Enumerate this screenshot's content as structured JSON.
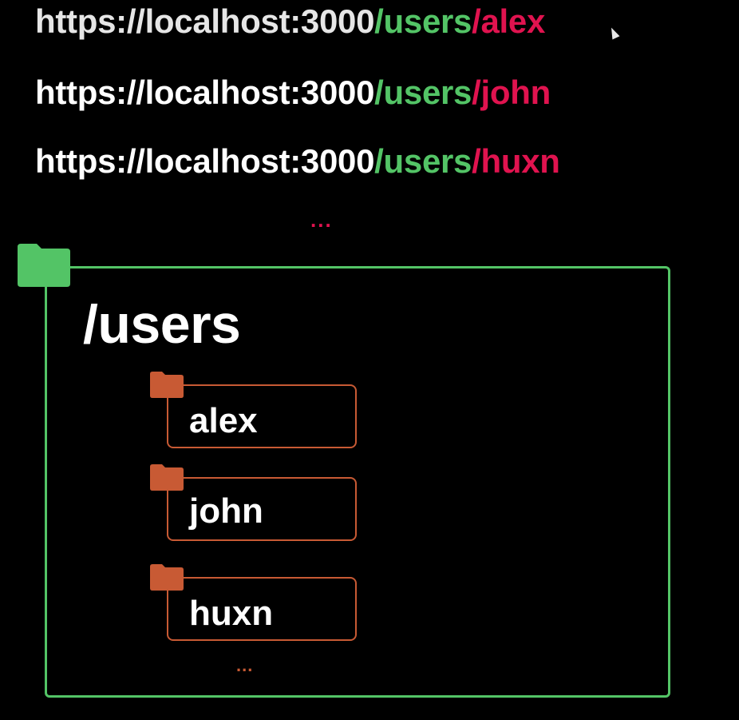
{
  "urls": [
    {
      "base": "https://localhost:3000",
      "slash1": "/",
      "segment": "users",
      "slash2": "/",
      "param": "alex"
    },
    {
      "base": "https://localhost:3000",
      "slash1": "/",
      "segment": "users",
      "slash2": "/",
      "param": "john"
    },
    {
      "base": "https://localhost:3000",
      "slash1": "/",
      "segment": "users",
      "slash2": "/",
      "param": "huxn"
    }
  ],
  "url_ellipsis": "...",
  "folder": {
    "title": "/users",
    "color": "#53c466",
    "children": [
      {
        "label": "alex"
      },
      {
        "label": "john"
      },
      {
        "label": "huxn"
      }
    ],
    "children_ellipsis": "..."
  },
  "colors": {
    "background": "#000000",
    "route_segment": "#53c466",
    "dynamic_param": "#e0134f",
    "child_folder": "#c85a34"
  },
  "icons": {
    "users_folder": "folder-icon",
    "child_folder": "folder-icon",
    "pointer": "cursor-icon"
  }
}
